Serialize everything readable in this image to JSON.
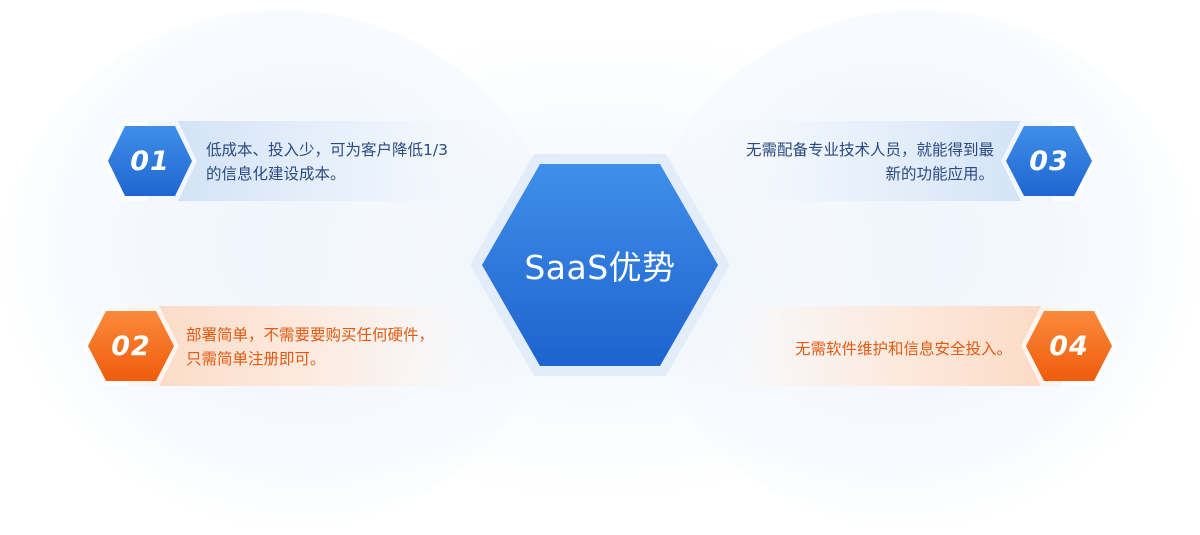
{
  "center": {
    "title": "SaaS优势"
  },
  "items": [
    {
      "num": "01",
      "lines": [
        "低成本、投入少，可为客户降低1/3",
        "的信息化建设成本。"
      ]
    },
    {
      "num": "02",
      "lines": [
        "部署简单，不需要要购买任何硬件，",
        "只需简单注册即可。"
      ]
    },
    {
      "num": "03",
      "lines": [
        "无需配备专业技术人员，就能得到最",
        "新的功能应用。"
      ]
    },
    {
      "num": "04",
      "lines": [
        "无需软件维护和信息安全投入。"
      ]
    }
  ],
  "colors": {
    "blue_dark": "#1f66d1",
    "blue_light": "#3f8fe8",
    "orange_dark": "#ef5c0c",
    "orange_light": "#fb8a3c",
    "text_blue": "#2a4a80",
    "text_orange": "#e25b12"
  }
}
